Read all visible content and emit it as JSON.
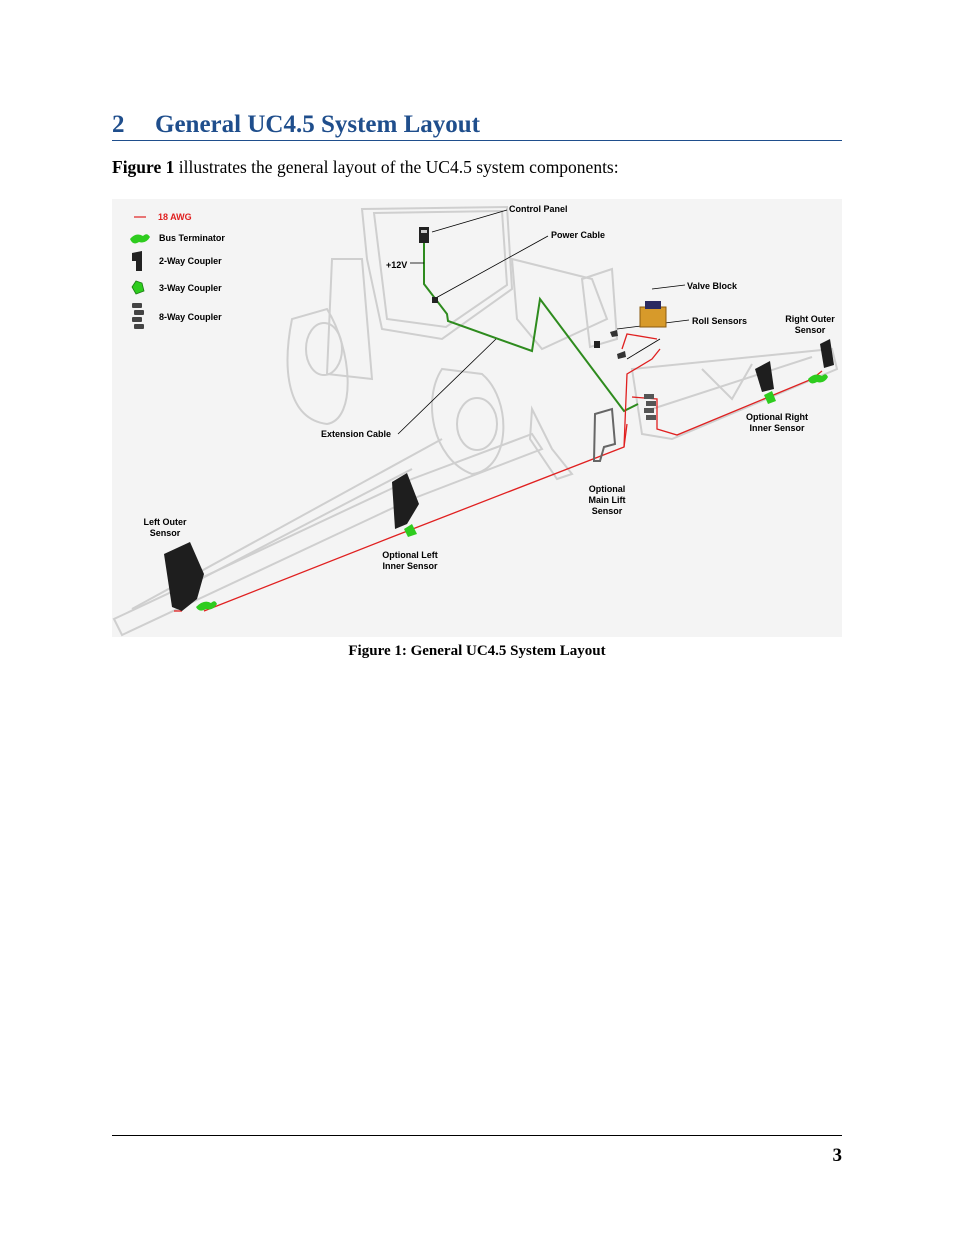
{
  "section": {
    "number": "2",
    "title": "General UC4.5 System Layout"
  },
  "intro": {
    "ref": "Figure 1",
    "text": " illustrates the general layout of the UC4.5 system components:"
  },
  "legend": [
    {
      "label": "18 AWG",
      "icon": "red-wire-line",
      "color": "#e02020"
    },
    {
      "label": "Bus Terminator",
      "icon": "green-terminator-icon",
      "color": "#2ecc1e"
    },
    {
      "label": "2-Way Coupler",
      "icon": "two-way-coupler-icon",
      "color": "#222222"
    },
    {
      "label": "3-Way Coupler",
      "icon": "three-way-coupler-icon",
      "color": "#2ecc1e"
    },
    {
      "label": "8-Way Coupler",
      "icon": "eight-way-coupler-icon",
      "color": "#444444"
    }
  ],
  "labels": {
    "control_panel": "Control Panel",
    "power_cable": "Power Cable",
    "plus12v": "+12V",
    "valve_block": "Valve Block",
    "roll_sensors": "Roll Sensors",
    "right_outer_1": "Right Outer",
    "right_outer_2": "Sensor",
    "optional_right_1": "Optional Right",
    "optional_right_2": "Inner Sensor",
    "extension_cable": "Extension Cable",
    "optional_main_1": "Optional",
    "optional_main_2": "Main Lift",
    "optional_main_3": "Sensor",
    "left_outer_1": "Left Outer",
    "left_outer_2": "Sensor",
    "optional_left_1": "Optional Left",
    "optional_left_2": "Inner Sensor"
  },
  "colors": {
    "heading": "#1f4e8c",
    "green_cable": "#2e8b1e",
    "red_wire": "#e02020"
  },
  "caption": "Figure 1: General UC4.5 System Layout",
  "page_number": "3"
}
